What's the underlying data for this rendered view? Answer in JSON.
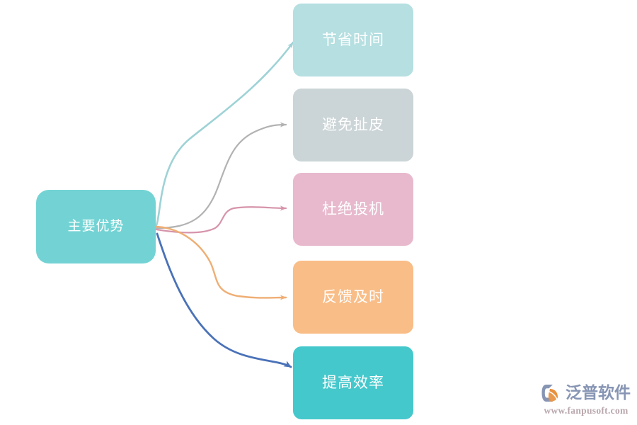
{
  "diagram": {
    "type": "mind-map",
    "background_color": "#ffffff",
    "root": {
      "label": "主要优势",
      "color": "#73d3d4",
      "text_color": "#ffffff"
    },
    "branches": [
      {
        "label": "节省时间",
        "color": "#b5dfe1",
        "connector_color": "#9ed2d6",
        "text_color": "#ffffff"
      },
      {
        "label": "避免扯皮",
        "color": "#cbd4d6",
        "connector_color": "#b2b2b2",
        "text_color": "#ffffff"
      },
      {
        "label": "杜绝投机",
        "color": "#e8b9cd",
        "connector_color": "#d694ab",
        "text_color": "#ffffff"
      },
      {
        "label": "反馈及时",
        "color": "#f9bd87",
        "connector_color": "#efae74",
        "text_color": "#ffffff"
      },
      {
        "label": "提高效率",
        "color": "#45c8cc",
        "connector_color": "#4a72b8",
        "text_color": "#ffffff"
      }
    ]
  },
  "watermark": {
    "brand_name": "泛普软件",
    "url": "www.fanpusoft.com",
    "mark_color": "#8795b4",
    "accent_color": "#e8913f"
  }
}
